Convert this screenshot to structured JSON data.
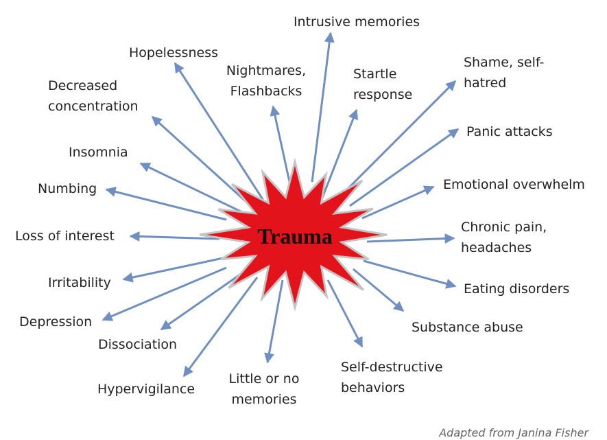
{
  "diagram": {
    "center_label": "Trauma",
    "credit": "Adapted from Janina Fisher",
    "colors": {
      "arrow": "#6f8fc2",
      "star_fill": "#e3131c",
      "star_stroke": "#c4c4c4",
      "text": "#222222"
    },
    "nodes": [
      {
        "id": "intrusive-memories",
        "lines": [
          "Intrusive memories"
        ]
      },
      {
        "id": "hopelessness",
        "lines": [
          "Hopelessness"
        ]
      },
      {
        "id": "nightmares-flashbacks",
        "lines": [
          "Nightmares,",
          "Flashbacks"
        ]
      },
      {
        "id": "startle-response",
        "lines": [
          "Startle",
          "response"
        ]
      },
      {
        "id": "shame-self-hatred",
        "lines": [
          "Shame, self-",
          "hatred"
        ]
      },
      {
        "id": "decreased-concentration",
        "lines": [
          "Decreased",
          "concentration"
        ]
      },
      {
        "id": "panic-attacks",
        "lines": [
          "Panic attacks"
        ]
      },
      {
        "id": "insomnia",
        "lines": [
          "Insomnia"
        ]
      },
      {
        "id": "emotional-overwhelm",
        "lines": [
          "Emotional overwhelm"
        ]
      },
      {
        "id": "numbing",
        "lines": [
          "Numbing"
        ]
      },
      {
        "id": "chronic-pain-headaches",
        "lines": [
          "Chronic pain,",
          "headaches"
        ]
      },
      {
        "id": "loss-of-interest",
        "lines": [
          "Loss of interest"
        ]
      },
      {
        "id": "eating-disorders",
        "lines": [
          "Eating disorders"
        ]
      },
      {
        "id": "irritability",
        "lines": [
          "Irritability"
        ]
      },
      {
        "id": "substance-abuse",
        "lines": [
          "Substance abuse"
        ]
      },
      {
        "id": "depression",
        "lines": [
          "Depression"
        ]
      },
      {
        "id": "dissociation",
        "lines": [
          "Dissociation"
        ]
      },
      {
        "id": "self-destructive-behaviors",
        "lines": [
          "Self-destructive",
          "behaviors"
        ]
      },
      {
        "id": "little-or-no-memories",
        "lines": [
          "Little or no",
          "memories"
        ]
      },
      {
        "id": "hypervigilance",
        "lines": [
          "Hypervigilance"
        ]
      }
    ]
  }
}
